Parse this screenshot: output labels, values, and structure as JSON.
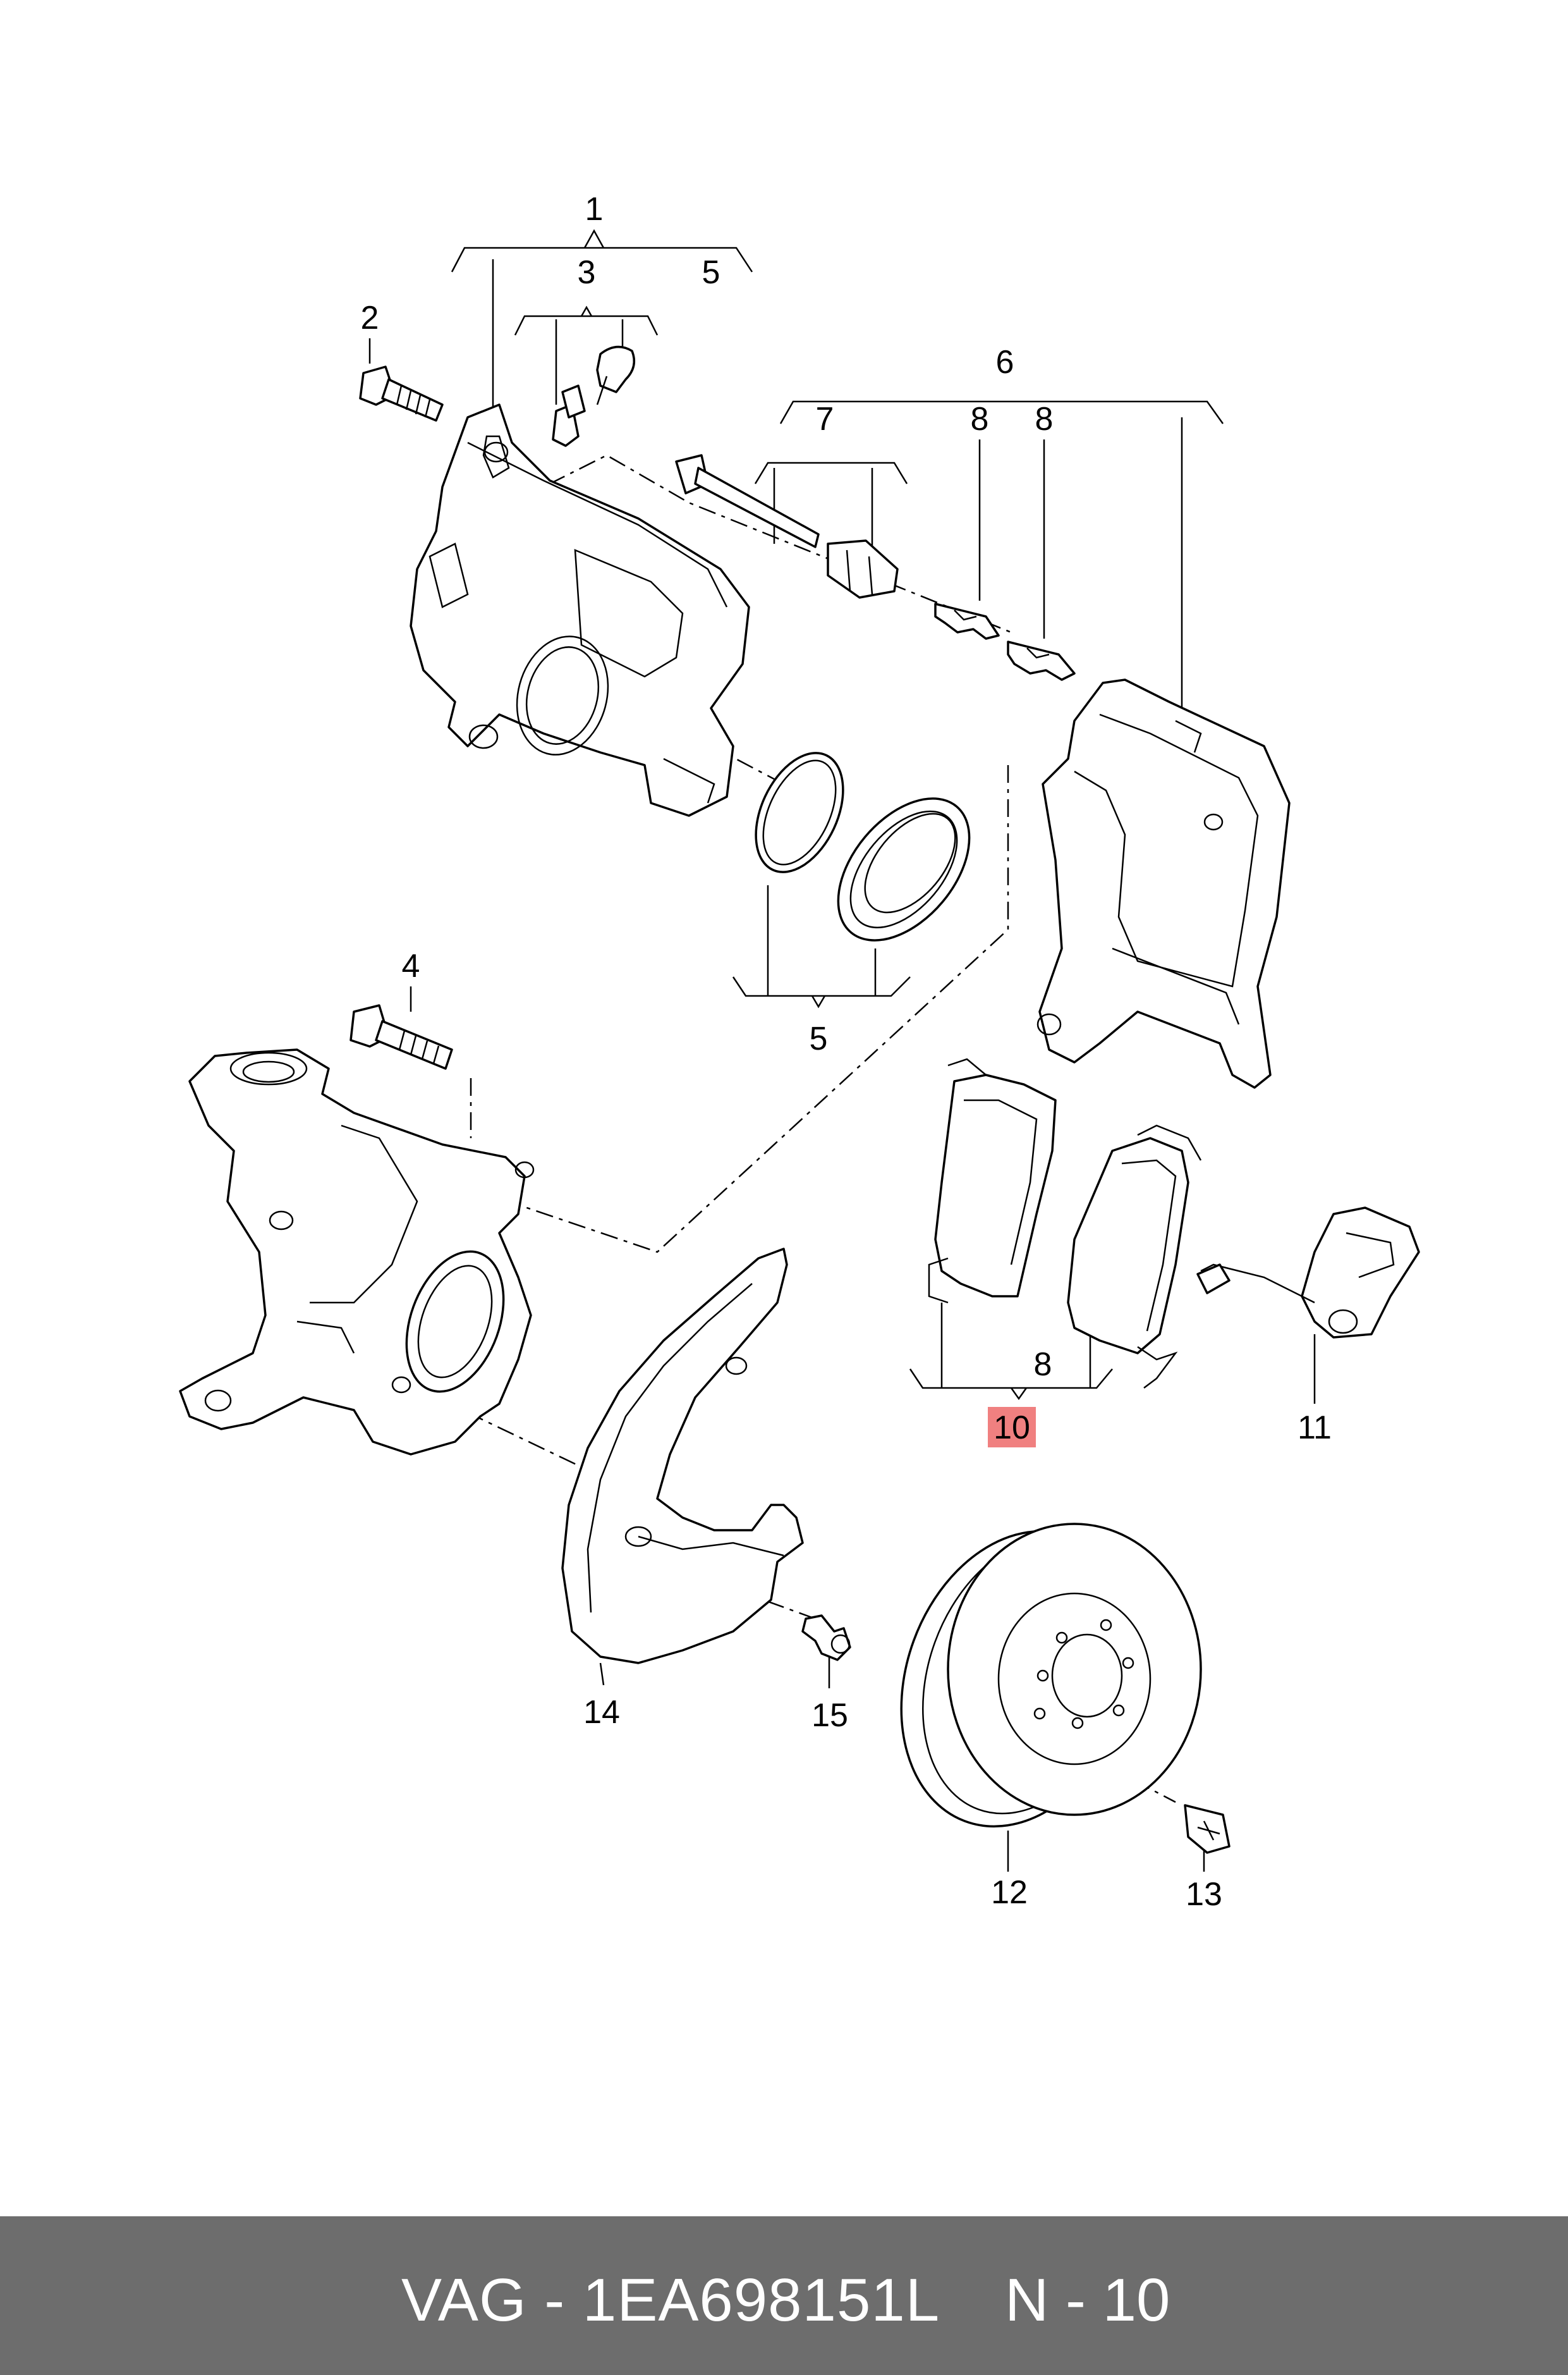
{
  "diagram": {
    "callouts": [
      {
        "id": "1",
        "label": "1"
      },
      {
        "id": "2",
        "label": "2"
      },
      {
        "id": "3",
        "label": "3"
      },
      {
        "id": "4",
        "label": "4"
      },
      {
        "id": "5a",
        "label": "5"
      },
      {
        "id": "5b",
        "label": "5"
      },
      {
        "id": "6",
        "label": "6"
      },
      {
        "id": "7",
        "label": "7"
      },
      {
        "id": "8a",
        "label": "8"
      },
      {
        "id": "8b",
        "label": "8"
      },
      {
        "id": "8c",
        "label": "8"
      },
      {
        "id": "10",
        "label": "10"
      },
      {
        "id": "11",
        "label": "11"
      },
      {
        "id": "12",
        "label": "12"
      },
      {
        "id": "13",
        "label": "13"
      },
      {
        "id": "14",
        "label": "14"
      },
      {
        "id": "15",
        "label": "15"
      }
    ],
    "highlighted": "10",
    "highlight_color": "#f08080"
  },
  "footer": {
    "part_number": "VAG - 1EA698151L",
    "position": "N - 10",
    "background": "#6d6d6d"
  }
}
